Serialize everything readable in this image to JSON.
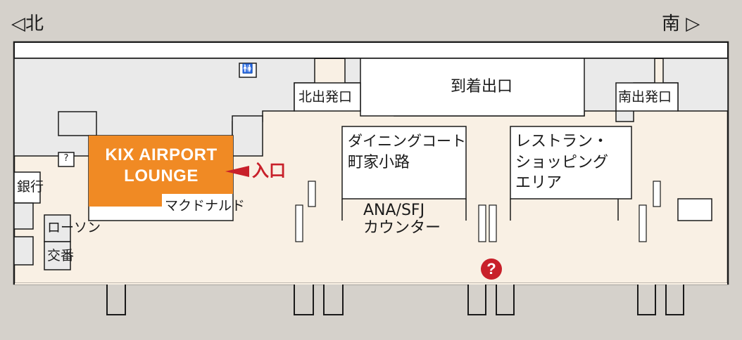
{
  "compass": {
    "north_arrow": "◁",
    "north": "北",
    "south": "南",
    "south_arrow": "▷"
  },
  "places": {
    "north_departures": "北出発口",
    "south_departures": "南出発口",
    "arrivals_exit": "到着出口",
    "dining_line1": "ダイニングコート",
    "dining_line2": "町家小路",
    "shopping_line1": "レストラン・",
    "shopping_line2": "ショッピング",
    "shopping_line3": "エリア",
    "ana_line1": "ANA/SFJ",
    "ana_line2": "カウンター",
    "lounge_line1": "KIX AIRPORT",
    "lounge_line2": "LOUNGE",
    "entrance": "入口",
    "mcdonalds": "マクドナルド",
    "bank": "銀行",
    "lawson": "ローソン",
    "police_box": "交番",
    "info_symbol": "?",
    "help_symbol": "?",
    "restroom_symbol": "🚻"
  },
  "colors": {
    "lounge": "#f08a24",
    "entrance_arrow": "#c8202a",
    "help_marker": "#c8202a",
    "floor": "#f9f0e4",
    "background_area": "#eaeaea"
  }
}
